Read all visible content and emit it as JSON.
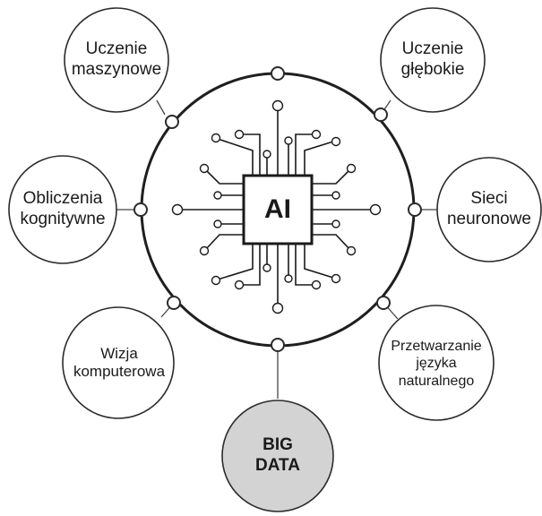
{
  "center": {
    "label": "AI"
  },
  "nodes": [
    {
      "label": "Uczenie\nmaszynowe"
    },
    {
      "label": "Uczenie\ngłębokie"
    },
    {
      "label": "Obliczenia\nkognitywne"
    },
    {
      "label": "Sieci\nneuronowe"
    },
    {
      "label": "Wizja\nkomputerowa"
    },
    {
      "label": "Przetwarzanie\njęzyka\nnaturalnego"
    }
  ],
  "big_data": {
    "label": "BIG\nDATA"
  }
}
